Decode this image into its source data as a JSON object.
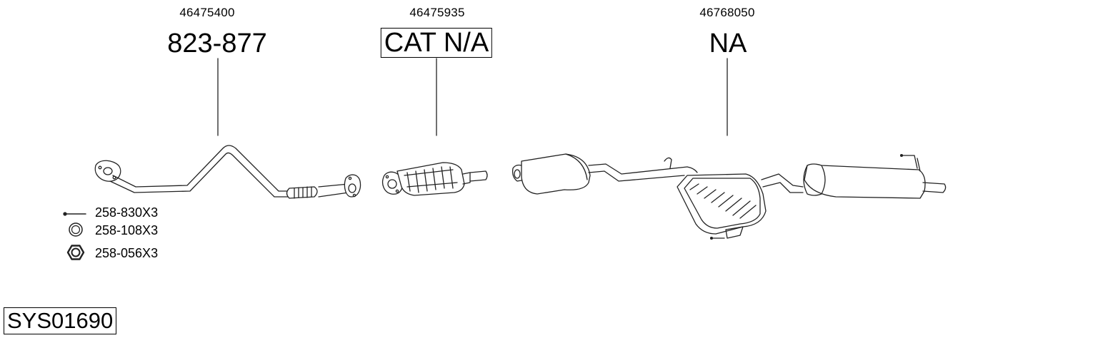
{
  "parts": [
    {
      "oem": "46475400",
      "number": "823-877",
      "boxed": false
    },
    {
      "oem": "46475935",
      "number": "CAT N/A",
      "boxed": true
    },
    {
      "oem": "46768050",
      "number": "NA",
      "boxed": false
    }
  ],
  "accessories": [
    {
      "label": "258-830X3",
      "icon": "bolt-icon"
    },
    {
      "label": "258-108X3",
      "icon": "ring-washer-icon"
    },
    {
      "label": "258-056X3",
      "icon": "hex-nut-icon"
    }
  ],
  "system_code": "SYS01690"
}
